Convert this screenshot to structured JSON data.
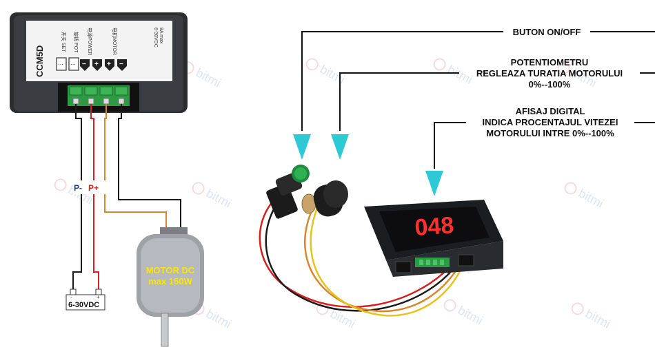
{
  "module": {
    "model": "CCM5D",
    "switch_label": "SET",
    "pot_label": "POT",
    "switch_cn": "开关",
    "pot_cn": "旋钮",
    "power_label": "电源POWER",
    "motor_label": "电机MOTOR",
    "voltage_rating": "6-30VDC",
    "current_rating": "8A max",
    "minus": "−",
    "plus": "+"
  },
  "wires": {
    "p_minus": "P-",
    "p_plus": "P+"
  },
  "battery": {
    "label": "6-30VDC",
    "minus": "-",
    "plus": "+"
  },
  "motor": {
    "line1": "MOTOR DC",
    "line2": "max 150W"
  },
  "annotations": {
    "button": "BUTON ON/OFF",
    "pot_line1": "POTENTIOMETRU",
    "pot_line2": "REGLEAZA TURATIA MOTORULUI",
    "pot_line3": "0%--100%",
    "display_line1": "AFISAJ DIGITAL",
    "display_line2": "INDICA PROCENTAJUL VITEZEI",
    "display_line3": "MOTORULUI INTRE 0%--100%"
  },
  "display": {
    "value": "048"
  },
  "watermark": "bitmi",
  "colors": {
    "arrow": "#2ec9d6",
    "wire_red": "#d42020",
    "wire_orange": "#d9862a",
    "wire_black": "#1a1a1a",
    "terminal_green": "#2e9a44",
    "led_red": "#ff3030",
    "motor_label": "#ffe600"
  }
}
